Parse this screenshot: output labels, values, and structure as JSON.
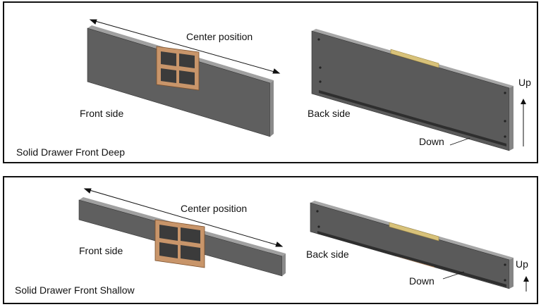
{
  "panels": [
    {
      "title": "Solid Drawer Front Deep",
      "front_label": "Front side",
      "back_label": "Back side",
      "center_label": "Center position",
      "up_label": "Up",
      "down_label": "Down"
    },
    {
      "title": "Solid Drawer Front Shallow",
      "front_label": "Front side",
      "back_label": "Back side",
      "center_label": "Center position",
      "up_label": "Up",
      "down_label": "Down"
    }
  ],
  "colors": {
    "panel_face": "#5f5f5f",
    "panel_edge": "#8a8a8a",
    "panel_top": "#9a9a9a",
    "handle_brass": "#c8956a",
    "handle_dark": "#3b3b3b",
    "back_strip_gold": "#d8c27a",
    "border": "#111111"
  }
}
